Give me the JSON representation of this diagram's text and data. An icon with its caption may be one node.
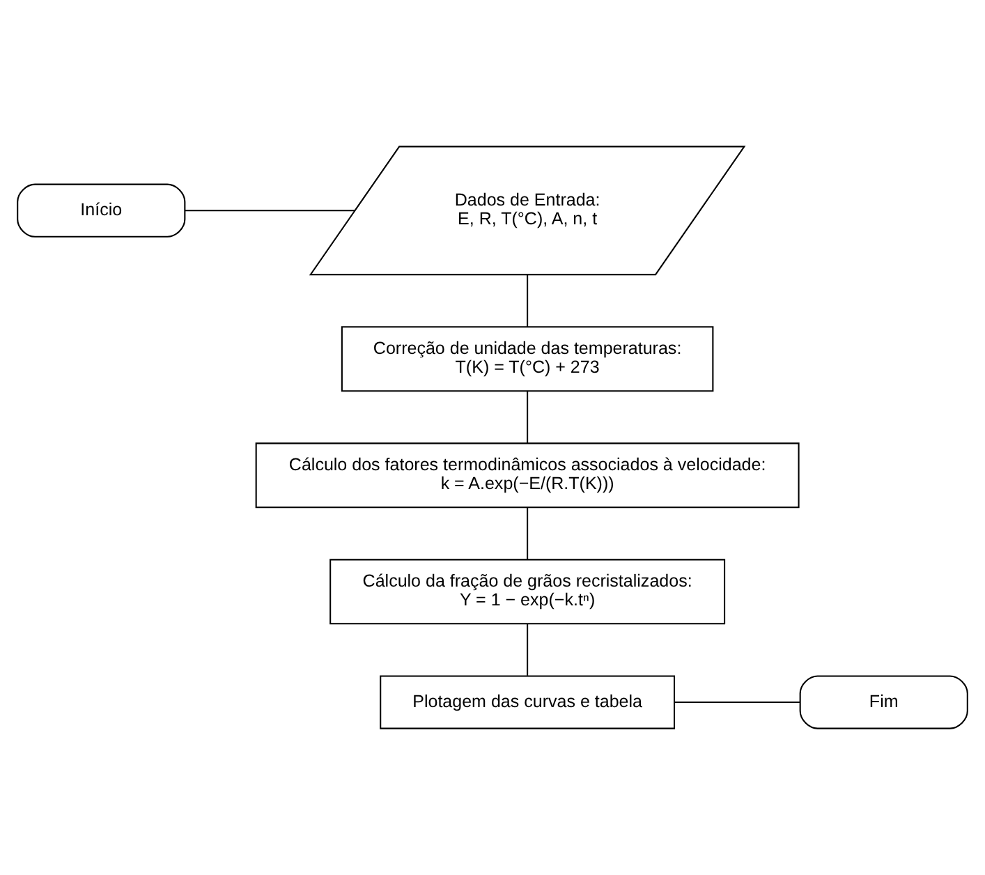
{
  "diagram": {
    "nodes": [
      {
        "text": [
          "Início"
        ]
      },
      {
        "text": [
          "Dados de Entrada:",
          "E, R, T(°C), A, n, t"
        ]
      },
      {
        "text": [
          "Correção de unidade das temperaturas:",
          "T(K) = T(°C) + 273"
        ]
      },
      {
        "text": [
          "Cálculo dos fatores termodinâmicos associados à velocidade:",
          "k = A.exp(−E/(R.T(K)))"
        ]
      },
      {
        "text": [
          "Cálculo da fração de grãos recristalizados:",
          "Y = 1 − exp(−k.tⁿ)"
        ]
      },
      {
        "text": [
          "Plotagem das curvas e tabela"
        ]
      },
      {
        "text": [
          "Fim"
        ]
      }
    ],
    "edges": [
      {
        "from": 0,
        "to": 1,
        "arrow": "none"
      },
      {
        "from": 1,
        "to": 2,
        "arrow": "none"
      },
      {
        "from": 2,
        "to": 3,
        "arrow": "none"
      },
      {
        "from": 3,
        "to": 4,
        "arrow": "none"
      },
      {
        "from": 4,
        "to": 5,
        "arrow": "none"
      },
      {
        "from": 5,
        "to": 6,
        "arrow": "none"
      }
    ]
  }
}
